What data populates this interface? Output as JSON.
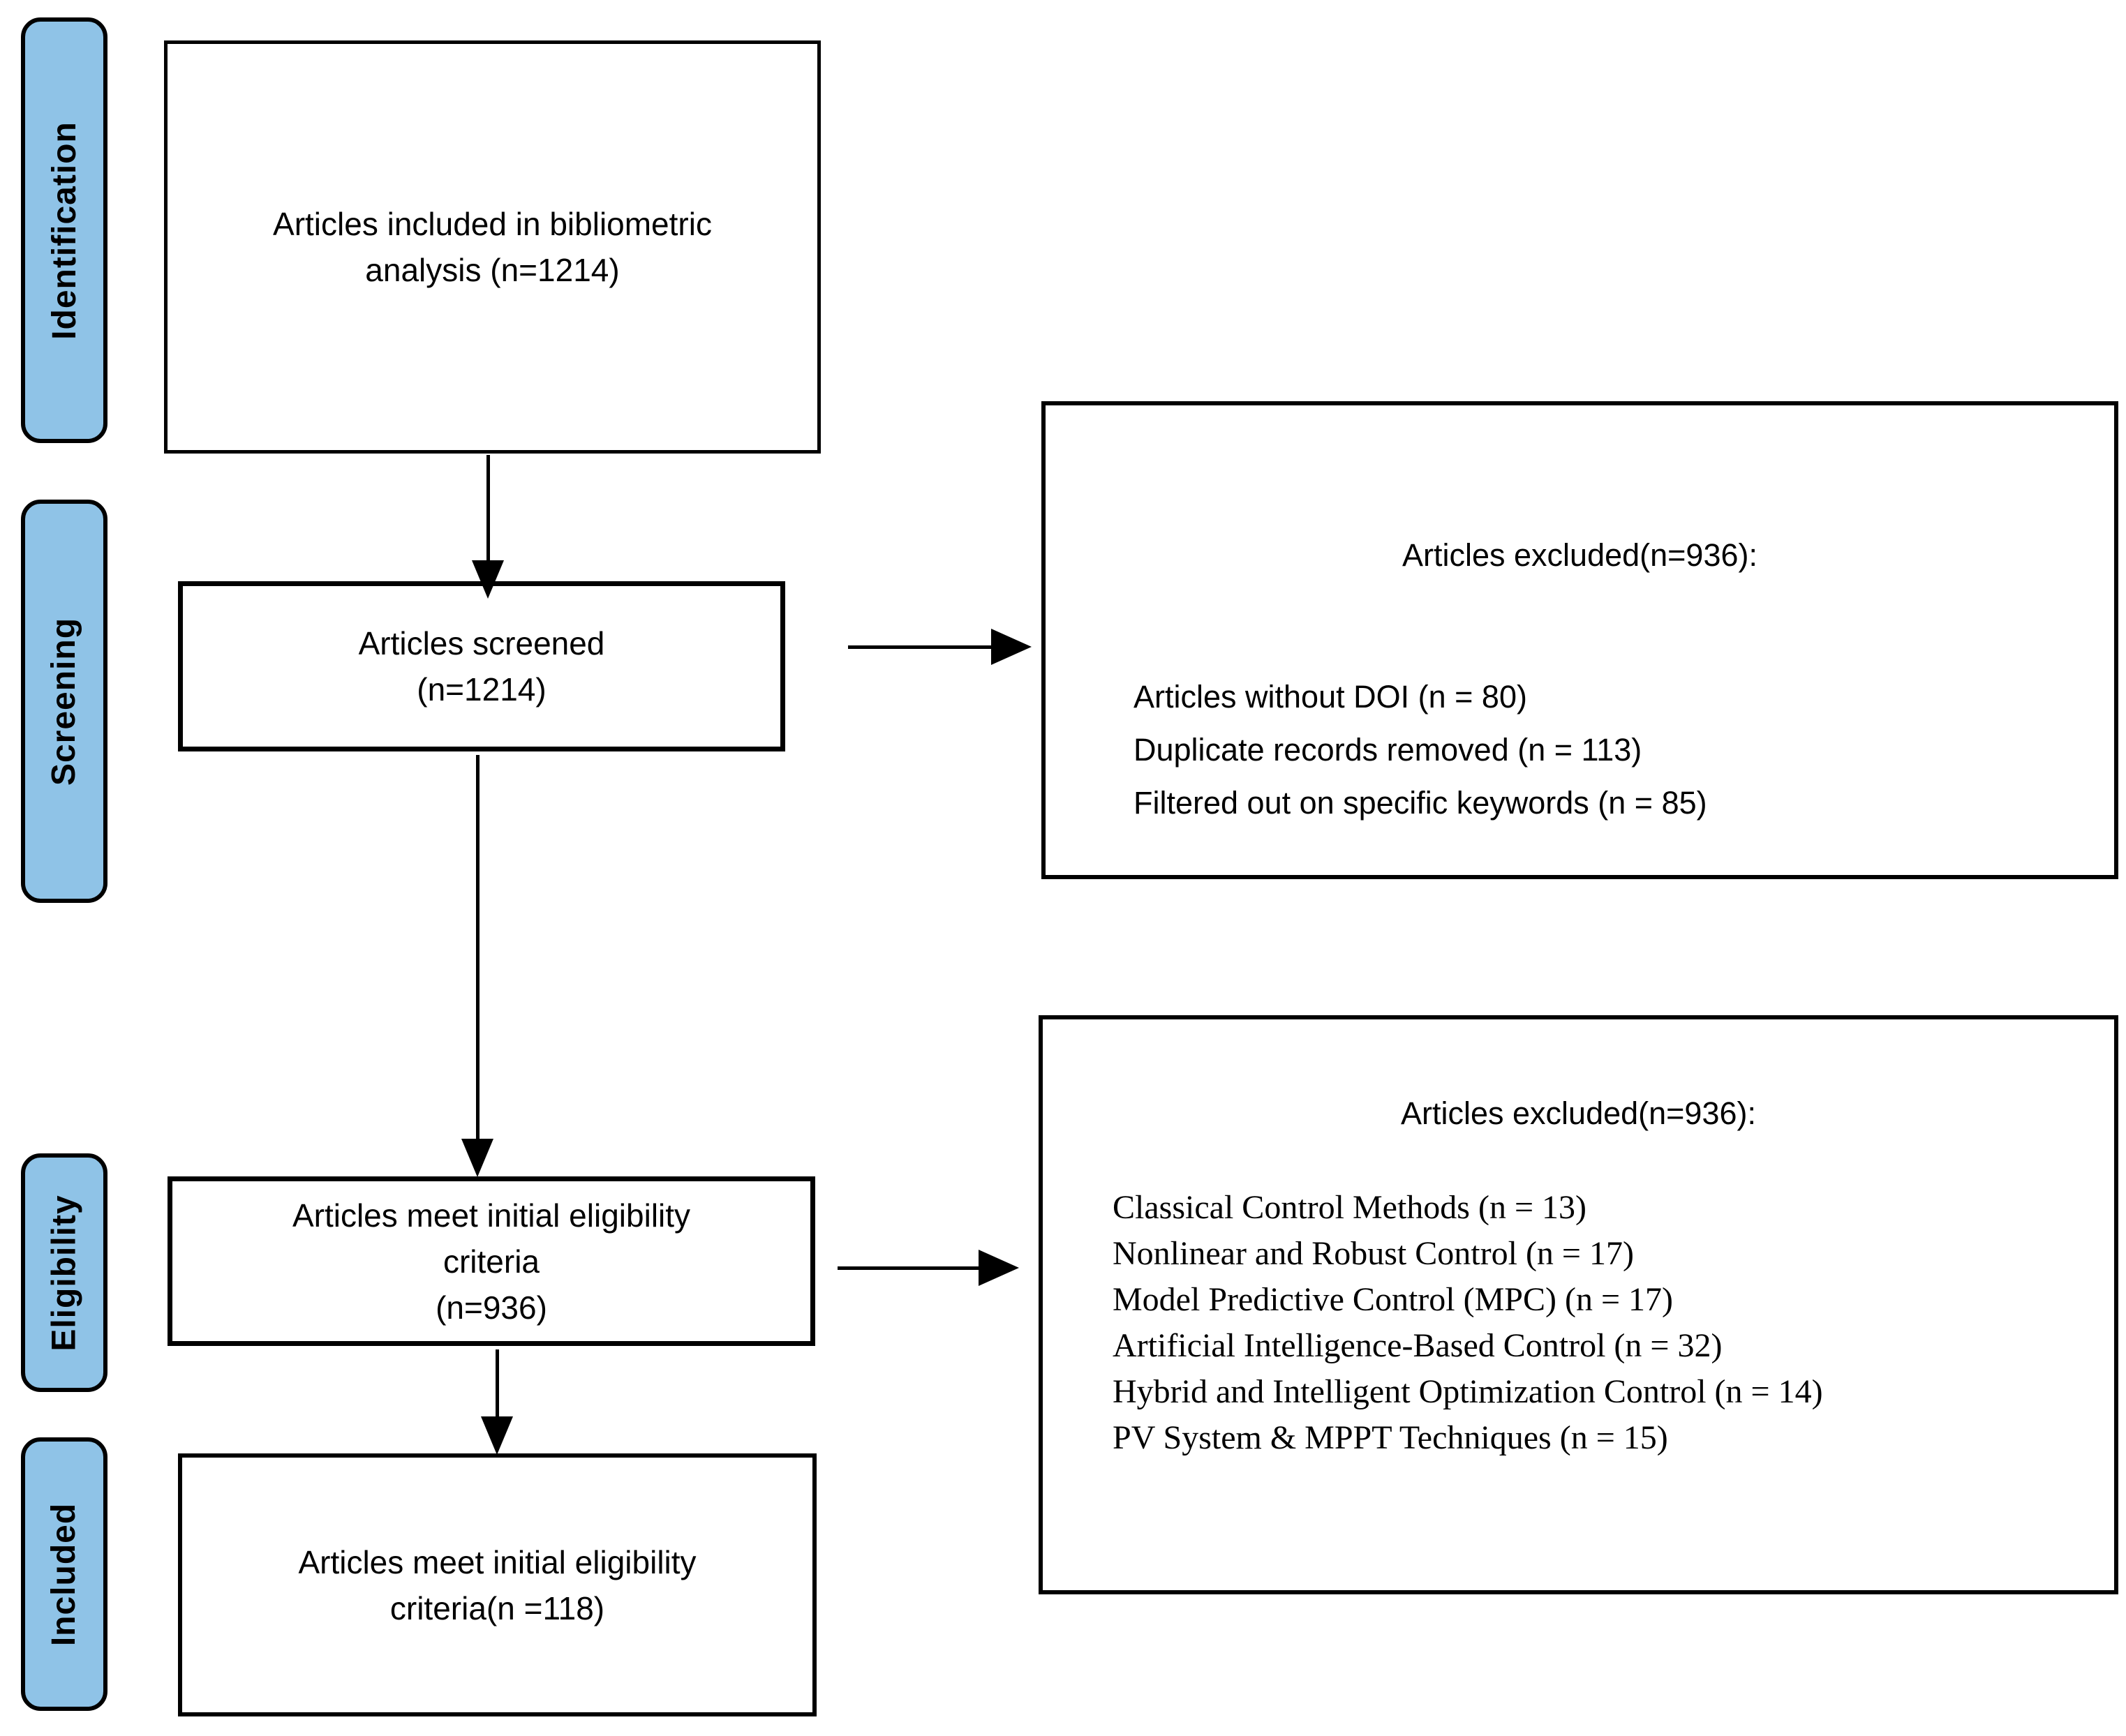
{
  "diagram": {
    "type": "prisma-flowchart",
    "stages": [
      {
        "label": "Identification"
      },
      {
        "label": "Screening"
      },
      {
        "label": "Eligibility"
      },
      {
        "label": "Included"
      }
    ],
    "flow_boxes": [
      {
        "label": "Articles included in bibliometric\nanalysis (n=1214)"
      },
      {
        "label": "Articles screened\n(n=1214)"
      },
      {
        "label": "Articles meet initial eligibility\ncriteria\n(n=936)"
      },
      {
        "label": "Articles meet initial eligibility\ncriteria(n =118)"
      }
    ],
    "exclusion_boxes": [
      {
        "title": "Articles excluded(n=936):",
        "items": [
          "Articles without DOI (n = 80)",
          "Duplicate records removed (n = 113)",
          "Filtered out on specific keywords (n = 85)"
        ]
      },
      {
        "title": "Articles excluded(n=936):",
        "items": [
          "Classical Control Methods (n = 13)",
          "Nonlinear and Robust Control (n = 17)",
          "Model Predictive Control (MPC) (n = 17)",
          "Artificial Intelligence-Based Control (n = 32)",
          "Hybrid and Intelligent Optimization Control (n = 14)",
          "PV System & MPPT Techniques (n = 15)"
        ]
      }
    ],
    "colors": {
      "stage_fill": "#8FC3E7",
      "stroke": "#000000",
      "background": "#FFFFFF"
    }
  }
}
